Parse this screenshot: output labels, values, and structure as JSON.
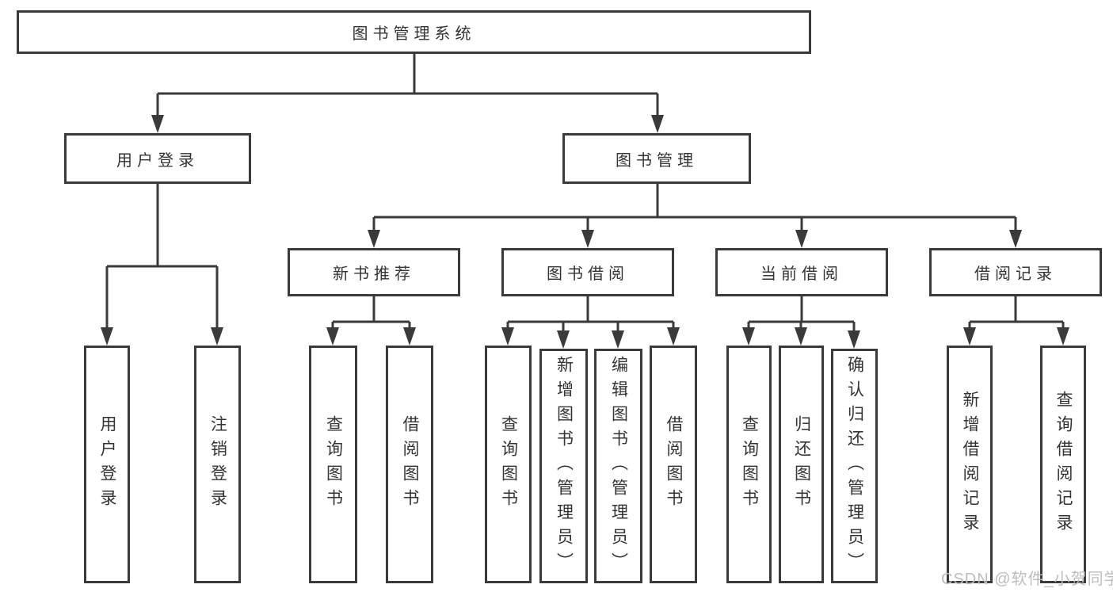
{
  "colors": {
    "line": "#3a3a3a",
    "node_text": "#333333",
    "background": "#ffffff",
    "watermark": "#bdbdbd"
  },
  "nodes": {
    "root": {
      "label": "图书管理系统"
    },
    "user_login": {
      "label": "用户登录"
    },
    "book_mgmt": {
      "label": "图书管理"
    },
    "new_book_rec": {
      "label": "新书推荐"
    },
    "book_borrow": {
      "label": "图书借阅"
    },
    "current_borrow": {
      "label": "当前借阅"
    },
    "borrow_record": {
      "label": "借阅记录"
    },
    "leaf_user_login": {
      "label": "用户登录"
    },
    "leaf_logout": {
      "label": "注销登录"
    },
    "leaf_nbr_query": {
      "label": "查询图书"
    },
    "leaf_nbr_borrow": {
      "label": "借阅图书"
    },
    "leaf_bb_query": {
      "label": "查询图书"
    },
    "leaf_bb_add": {
      "label": "新增图书（管理员）"
    },
    "leaf_bb_edit": {
      "label": "编辑图书（管理员）"
    },
    "leaf_bb_borrow": {
      "label": "借阅图书"
    },
    "leaf_cb_query": {
      "label": "查询图书"
    },
    "leaf_cb_return": {
      "label": "归还图书"
    },
    "leaf_cb_confirm": {
      "label": "确认归还（管理员）"
    },
    "leaf_br_add": {
      "label": "新增借阅记录"
    },
    "leaf_br_query": {
      "label": "查询借阅记录"
    }
  },
  "watermark": {
    "text": "CSDN @软件_小贺同学"
  }
}
